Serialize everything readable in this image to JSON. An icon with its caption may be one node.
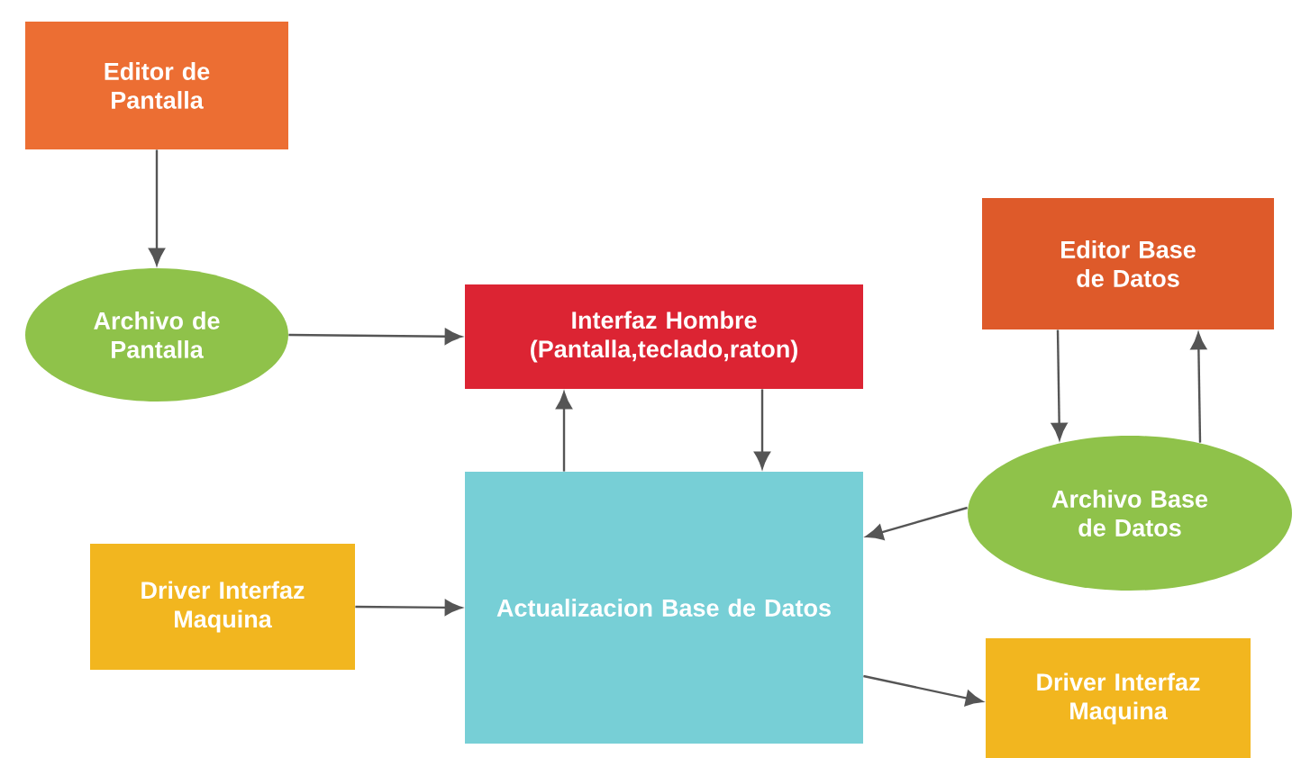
{
  "diagram": {
    "nodes": [
      {
        "text": [
          "Editor de Pantalla"
        ]
      },
      {
        "text": [
          "Archivo de Pantalla"
        ]
      },
      {
        "text": [
          "Interfaz Hombre (Pantalla,teclado,raton)"
        ]
      },
      {
        "text": [
          "Editor Base de Datos"
        ]
      },
      {
        "text": [
          "Archivo Base de Datos"
        ]
      },
      {
        "text": [
          "Driver Interfaz Maquina"
        ]
      },
      {
        "text": [
          "Actualizacion Base de Datos"
        ]
      },
      {
        "text": [
          "Driver Interfaz Maquina"
        ]
      }
    ],
    "edges": [
      {
        "from": 0,
        "to": 1,
        "arrow": "to"
      },
      {
        "from": 1,
        "to": 2,
        "arrow": "to"
      },
      {
        "from": 6,
        "to": 2,
        "arrow": "to"
      },
      {
        "from": 2,
        "to": 6,
        "arrow": "to"
      },
      {
        "from": 3,
        "to": 4,
        "arrow": "to"
      },
      {
        "from": 4,
        "to": 3,
        "arrow": "to"
      },
      {
        "from": 4,
        "to": 6,
        "arrow": "to"
      },
      {
        "from": 5,
        "to": 6,
        "arrow": "to"
      },
      {
        "from": 6,
        "to": 7,
        "arrow": "to"
      }
    ]
  }
}
